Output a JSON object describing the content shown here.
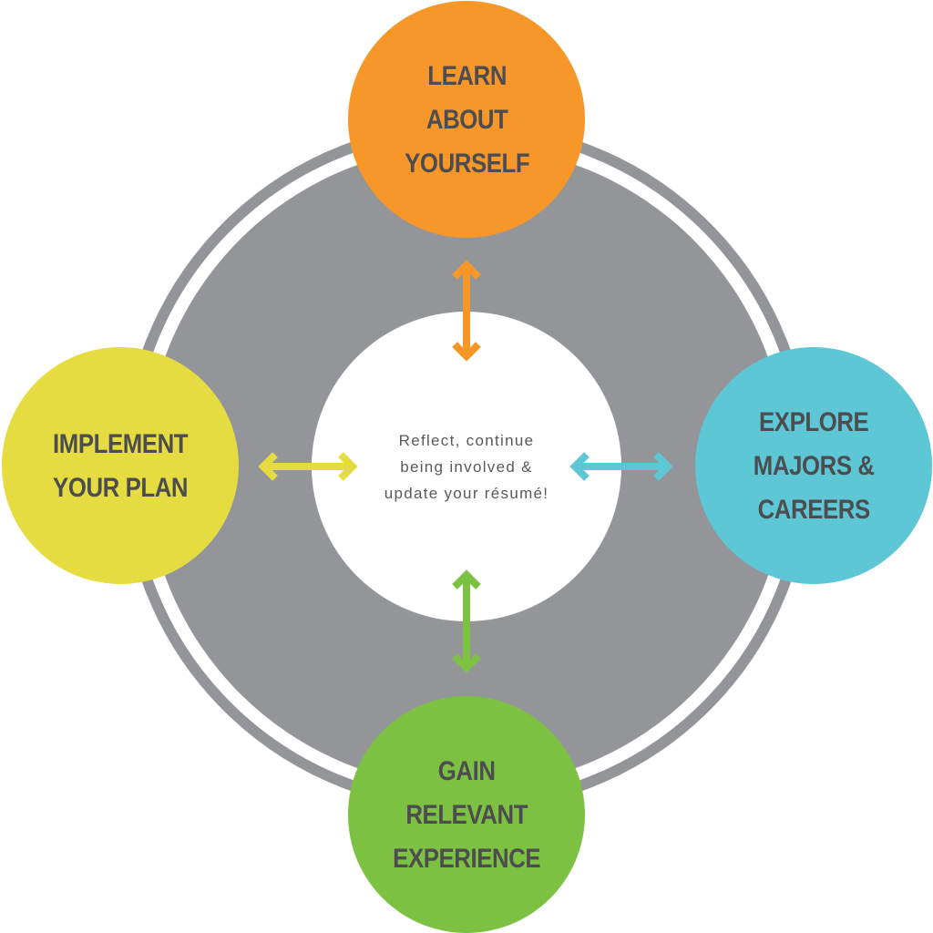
{
  "colors": {
    "outer_ring": "#939598",
    "band": "#939598",
    "center": "#ffffff",
    "text": "#4d4d4f",
    "learn": "#f7972a",
    "explore": "#5ec7d6",
    "gain": "#7cc142",
    "implement": "#e5dc42"
  },
  "center": {
    "lines": [
      "Reflect, continue",
      "being involved &",
      "update your résumé!"
    ]
  },
  "nodes": {
    "learn": {
      "lines": [
        "LEARN",
        "ABOUT",
        "YOURSELF"
      ],
      "color": "#f7972a",
      "arrow_icon": "double-arrow-vertical-icon"
    },
    "explore": {
      "lines": [
        "EXPLORE",
        "MAJORS &",
        "CAREERS"
      ],
      "color": "#5ec7d6",
      "arrow_icon": "double-arrow-horizontal-icon"
    },
    "gain": {
      "lines": [
        "GAIN",
        "RELEVANT",
        "EXPERIENCE"
      ],
      "color": "#7cc142",
      "arrow_icon": "double-arrow-vertical-icon"
    },
    "implement": {
      "lines": [
        "IMPLEMENT",
        "YOUR PLAN"
      ],
      "color": "#e5dc42",
      "arrow_icon": "double-arrow-horizontal-icon"
    }
  }
}
